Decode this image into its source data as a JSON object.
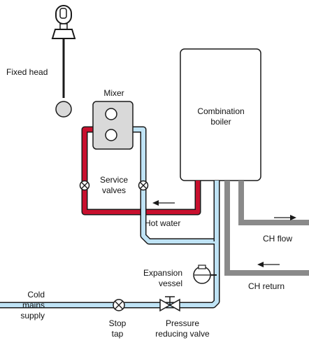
{
  "labels": {
    "fixed_head": "Fixed head",
    "mixer": "Mixer",
    "boiler_line1": "Combination",
    "boiler_line2": "boiler",
    "service_line1": "Service",
    "service_line2": "valves",
    "hot_water": "Hot water",
    "ch_flow": "CH flow",
    "ch_return": "CH return",
    "expansion_line1": "Expansion",
    "expansion_line2": "vessel",
    "cold_line1": "Cold",
    "cold_line2": "mains",
    "cold_line3": "supply",
    "stop_line1": "Stop",
    "stop_line2": "tap",
    "pressure_line1": "Pressure",
    "pressure_line2": "reducing valve"
  },
  "colors": {
    "hot_pipe": "#c8102e",
    "cold_pipe": "#bfe3f5",
    "ch_pipe": "#8a8a8a",
    "mixer_fill": "#d9d9d9",
    "outline": "#1a1a1a"
  }
}
